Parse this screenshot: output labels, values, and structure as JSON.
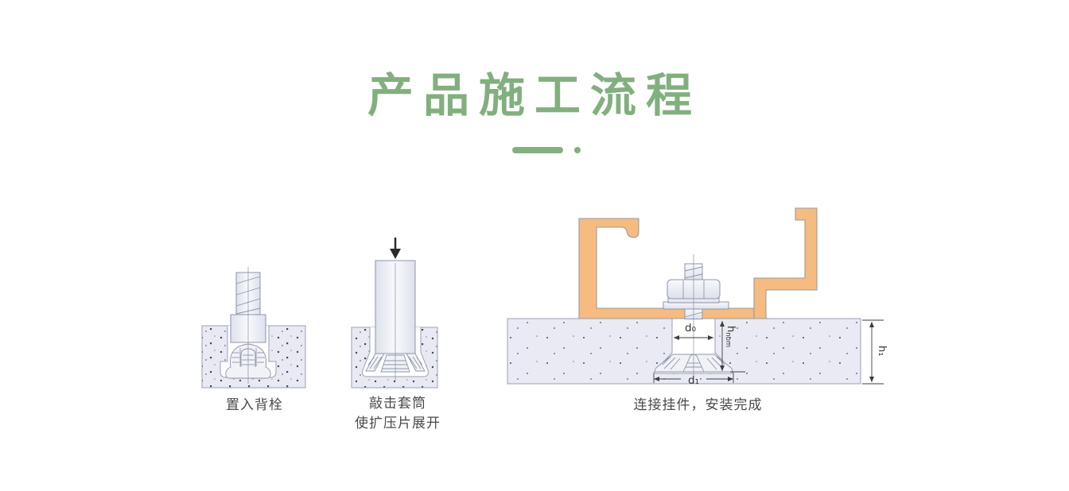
{
  "page": {
    "title": "产品施工流程"
  },
  "colors": {
    "accent_green": "#82af7e",
    "bracket_orange": "#f6bb80",
    "concrete_fill": "#e9e9f4",
    "outline_gray": "#9aa0b4",
    "caption_gray": "#4a4a4a"
  },
  "steps": [
    {
      "caption_lines": [
        "置入背栓"
      ]
    },
    {
      "caption_lines": [
        "敲击套筒",
        "使扩压片展开"
      ]
    },
    {
      "caption_lines": [
        "连接挂件，安装完成"
      ]
    }
  ],
  "dim_labels": {
    "d0": "d₀",
    "d1": "d₁",
    "h_main": "h",
    "h_sub": "nom",
    "h1": "h₁"
  }
}
